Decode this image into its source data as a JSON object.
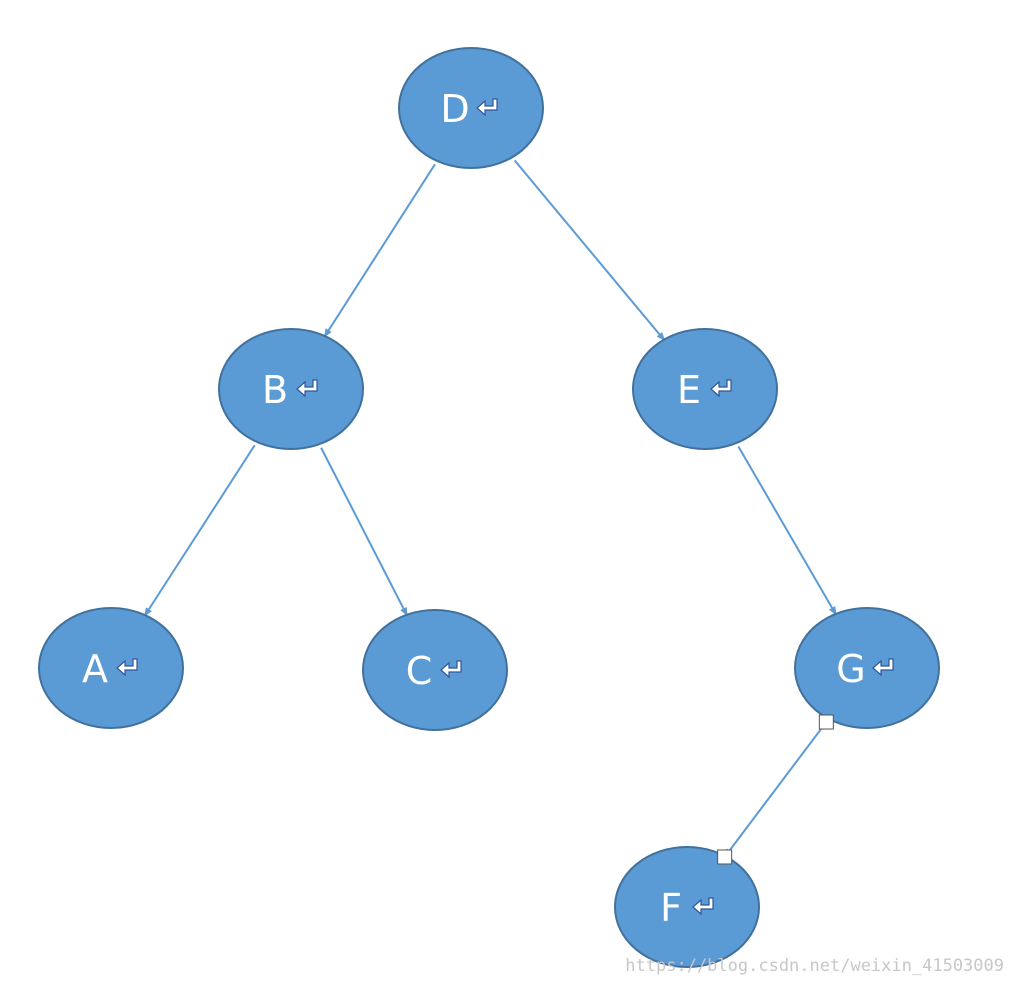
{
  "colors": {
    "node_fill": "#5b9bd5",
    "node_stroke": "#41719c",
    "edge": "#5b9bd5",
    "text": "#ffffff",
    "return_mark": "#ffffff",
    "return_mark_stroke": "#2f5597"
  },
  "tree": {
    "nodes": [
      {
        "id": "D",
        "label": "D"
      },
      {
        "id": "B",
        "label": "B"
      },
      {
        "id": "E",
        "label": "E"
      },
      {
        "id": "A",
        "label": "A"
      },
      {
        "id": "C",
        "label": "C"
      },
      {
        "id": "G",
        "label": "G"
      },
      {
        "id": "F",
        "label": "F"
      }
    ],
    "edges": [
      {
        "from": "D",
        "to": "B"
      },
      {
        "from": "D",
        "to": "E"
      },
      {
        "from": "B",
        "to": "A"
      },
      {
        "from": "B",
        "to": "C"
      },
      {
        "from": "E",
        "to": "G"
      },
      {
        "from": "G",
        "to": "F"
      }
    ],
    "selected_edge": "G-F"
  },
  "watermark": "https://blog.csdn.net/weixin_41503009"
}
